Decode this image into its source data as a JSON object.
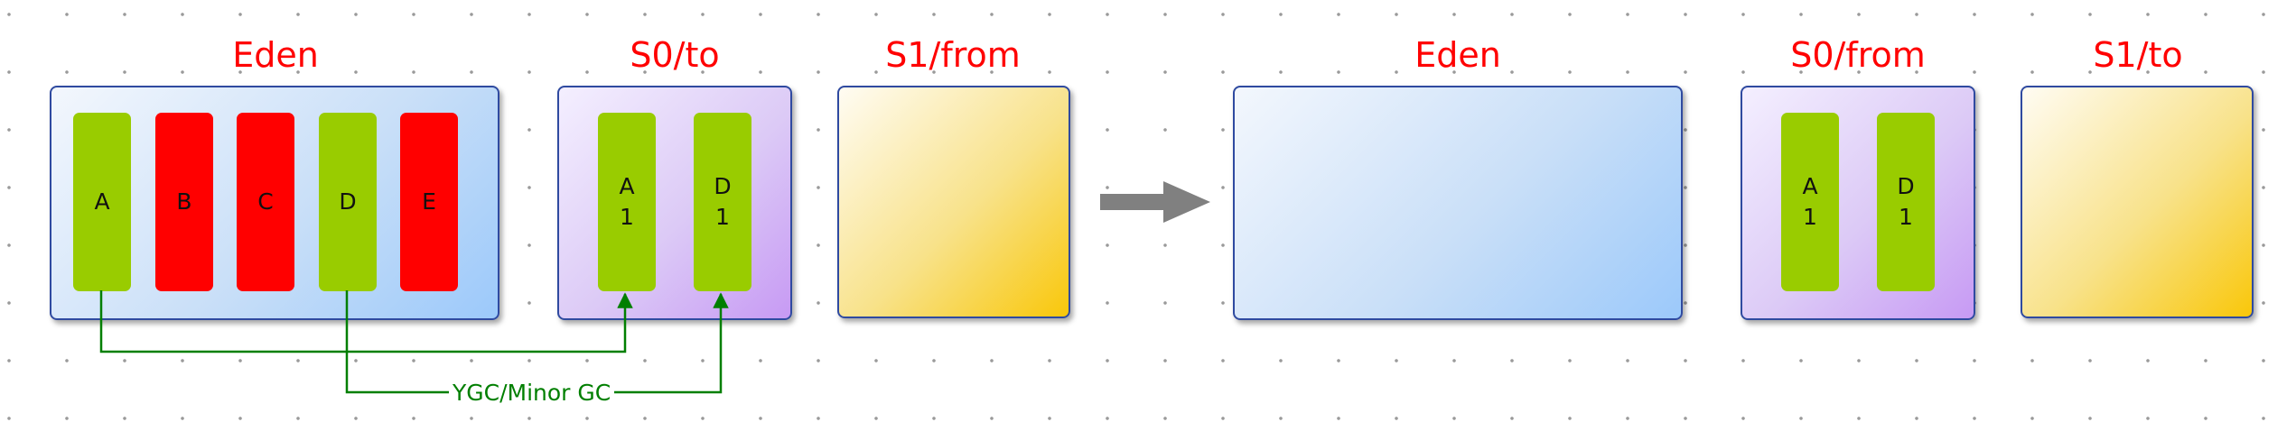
{
  "before": {
    "eden": {
      "title": "Eden",
      "objects": [
        {
          "label": "A",
          "state": "live"
        },
        {
          "label": "B",
          "state": "dead"
        },
        {
          "label": "C",
          "state": "dead"
        },
        {
          "label": "D",
          "state": "live"
        },
        {
          "label": "E",
          "state": "dead"
        }
      ]
    },
    "s0": {
      "title": "S0/to",
      "objects": [
        {
          "label": "A\n1",
          "state": "live"
        },
        {
          "label": "D\n1",
          "state": "live"
        }
      ]
    },
    "s1": {
      "title": "S1/from"
    }
  },
  "after": {
    "eden": {
      "title": "Eden"
    },
    "s0": {
      "title": "S0/from",
      "objects": [
        {
          "label": "A\n1",
          "state": "live"
        },
        {
          "label": "D\n1",
          "state": "live"
        }
      ]
    },
    "s1": {
      "title": "S1/to"
    }
  },
  "gc_label": "YGC/Minor GC",
  "colors": {
    "title": "#ff0000",
    "live_object": "#99cc00",
    "dead_object": "#ff0000",
    "connector": "#007f00",
    "arrow": "#808080",
    "border": "#2f4aa0"
  }
}
